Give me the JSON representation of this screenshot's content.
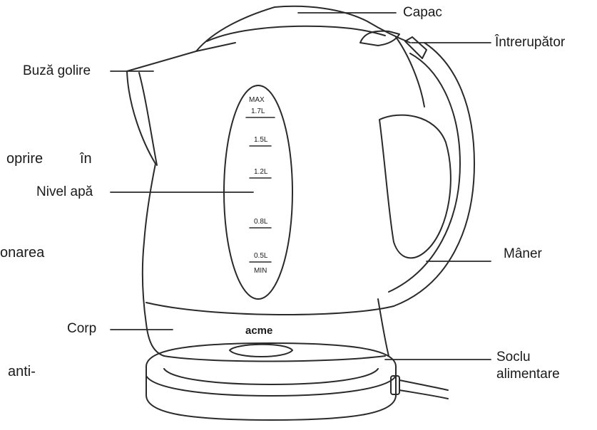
{
  "labels": {
    "capac": "Capac",
    "intrerupator": "Întrerupător",
    "buza_golire": "Buză golire",
    "nivel_apa": "Nivel apă",
    "maner": "Mâner",
    "corp": "Corp",
    "soclu_line1": "Soclu",
    "soclu_line2": "alimentare"
  },
  "scale": {
    "max": "MAX",
    "v17": "1.7L",
    "v15": "1.5L",
    "v12": "1.2L",
    "v08": "0.8L",
    "v05": "0.5L",
    "min": "MIN"
  },
  "brand": "acme",
  "fragments": {
    "oprire": "oprire",
    "in": "în",
    "onarea": "onarea",
    "anti": "anti-"
  },
  "colors": {
    "line": "#2a2a2a",
    "text": "#1a1a1a"
  }
}
